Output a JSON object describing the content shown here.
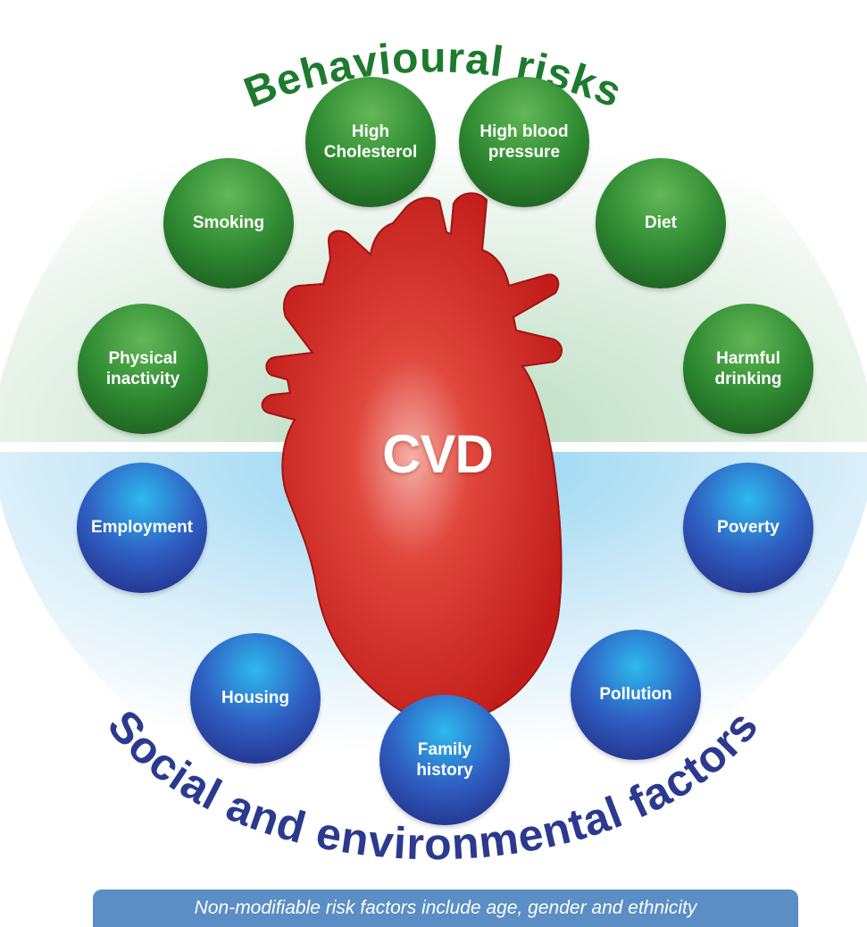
{
  "diagram": {
    "center_label": "CVD",
    "top_heading": "Behavioural risks",
    "bottom_heading": "Social and environmental factors",
    "footnote": "Non-modifiable risk factors include age, gender and ethnicity",
    "behavioural_nodes": [
      {
        "lines": [
          "Physical",
          "inactivity"
        ]
      },
      {
        "lines": [
          "Smoking"
        ]
      },
      {
        "lines": [
          "High",
          "Cholesterol"
        ]
      },
      {
        "lines": [
          "High blood",
          "pressure"
        ]
      },
      {
        "lines": [
          "Diet"
        ]
      },
      {
        "lines": [
          "Harmful",
          "drinking"
        ]
      }
    ],
    "social_nodes": [
      {
        "lines": [
          "Employment"
        ]
      },
      {
        "lines": [
          "Housing"
        ]
      },
      {
        "lines": [
          "Family",
          "history"
        ]
      },
      {
        "lines": [
          "Pollution"
        ]
      },
      {
        "lines": [
          "Poverty"
        ]
      }
    ],
    "colors": {
      "behavioural": "#2f8a32",
      "behavioural_heading": "#1e7a2e",
      "social": "#2f4fb0",
      "social_heading": "#2b3a8f",
      "heart": "#d42a25",
      "footnote_bar": "#5a8ec4"
    },
    "icons": [
      "heart-icon",
      "people-pattern-icon"
    ]
  }
}
